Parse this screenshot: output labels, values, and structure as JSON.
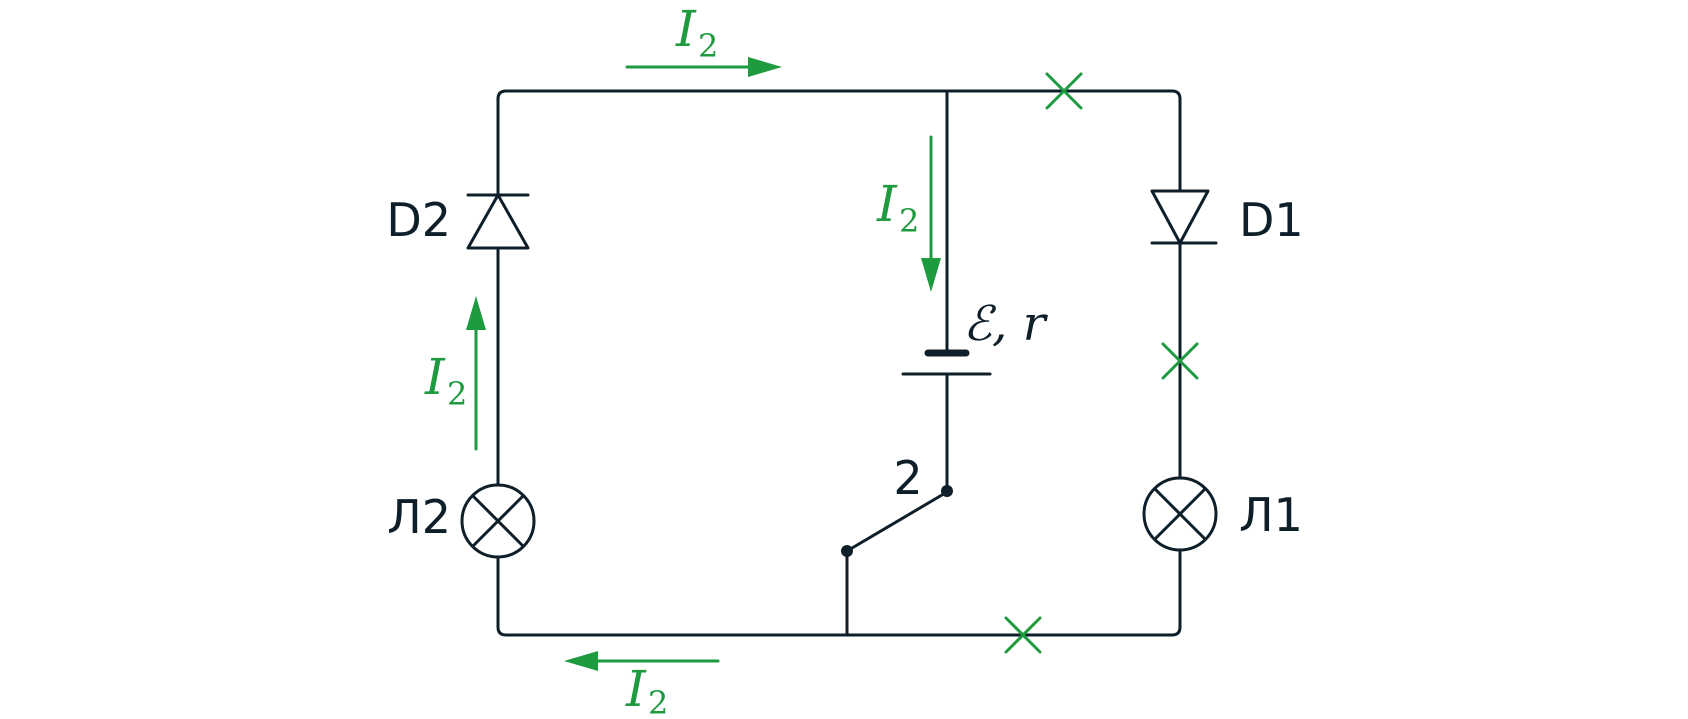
{
  "components": {
    "diode_left": "D2",
    "diode_right": "D1",
    "lamp_left": "Л2",
    "lamp_right": "Л1",
    "switch_position": "2",
    "source": "ℰ, r"
  },
  "current": {
    "symbol": "I",
    "subscript": "2"
  },
  "colors": {
    "wire": "#0f1f2a",
    "current": "#1e9a3f"
  }
}
